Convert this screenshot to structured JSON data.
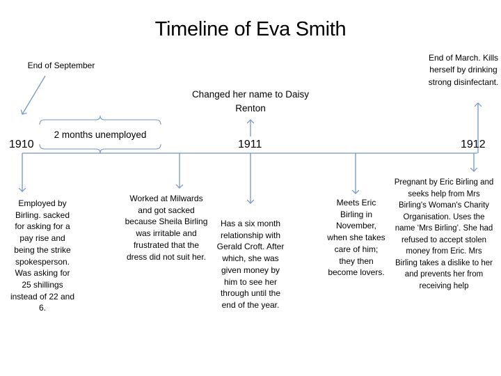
{
  "title": "Timeline of Eva Smith",
  "years": [
    "1910",
    "1911",
    "1912"
  ],
  "annotations": {
    "end_of_september": "End of September",
    "changed_name": "Changed her name to Daisy Renton",
    "end_of_march": "End of March. Kills herself by drinking strong disinfectant.",
    "unemployed": "2 months unemployed"
  },
  "events": [
    {
      "text": "Employed by Birling. sacked for asking for a pay rise and being the strike spokesperson. Was asking for 25 shillings instead of 22 and 6."
    },
    {
      "text": "Worked at Milwards and got sacked because Sheila Birling was irritable and frustrated that the dress did not suit her."
    },
    {
      "text": "Has a six month relationship with Gerald Croft. After which, she was given money by him to see her through until the end of the year."
    },
    {
      "text": "Meets Eric Birling in November, when she takes care of him; they then become lovers."
    },
    {
      "text": "Pregnant by Eric Birling and seeks help from Mrs Birling's Woman's Charity Organisation. Uses the name ‘Mrs Birling’. She had refused to accept stolen money from Eric. Mrs Birling takes a dislike to her and prevents her from receiving help"
    }
  ],
  "colors": {
    "line": "#7096c2",
    "text": "#000000",
    "background": "#ffffff"
  }
}
